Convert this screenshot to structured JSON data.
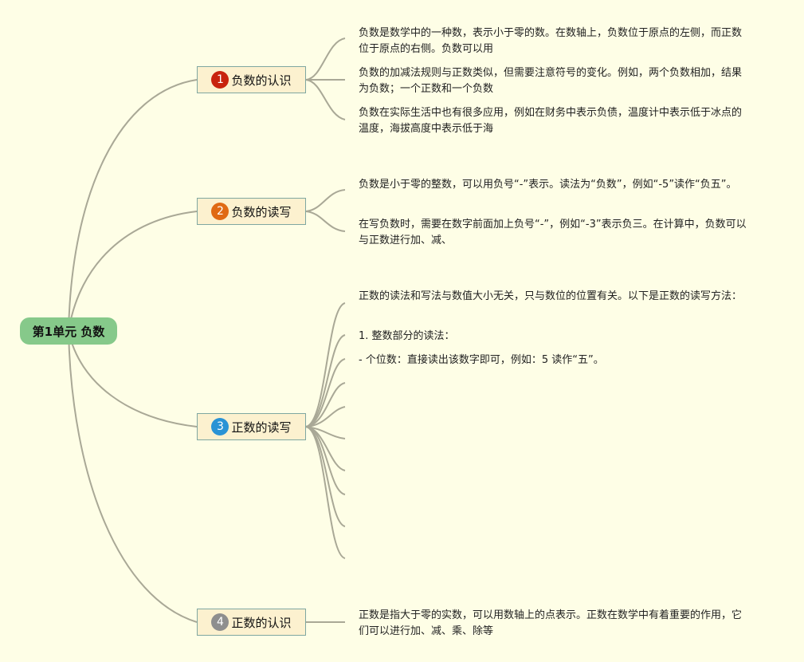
{
  "root": {
    "label": "第1单元 负数"
  },
  "branches": [
    {
      "number": "1",
      "label": "负数的认识",
      "color": "#c8230e",
      "leaves": [
        "负数是数学中的一种数，表示小于零的数。在数轴上，负数位于原点的左侧，而正数位于原点的右侧。负数可以用",
        "负数的加减法规则与正数类似，但需要注意符号的变化。例如，两个负数相加，结果为负数；一个正数和一个负数",
        "负数在实际生活中也有很多应用，例如在财务中表示负债，温度计中表示低于冰点的温度，海拔高度中表示低于海"
      ]
    },
    {
      "number": "2",
      "label": "负数的读写",
      "color": "#e06a14",
      "leaves": [
        "负数是小于零的整数，可以用负号“-”表示。读法为“负数”，例如“-5”读作“负五”。",
        "在写负数时，需要在数字前面加上负号“-”，例如“-3”表示负三。在计算中，负数可以与正数进行加、减、"
      ]
    },
    {
      "number": "3",
      "label": "正数的读写",
      "color": "#2a93d5",
      "leaves": [
        "正数的读法和写法与数值大小无关，只与数位的位置有关。以下是正数的读写方法：",
        "1. 整数部分的读法：",
        "- 个位数：直接读出该数字即可，例如：5 读作“五”。"
      ]
    },
    {
      "number": "4",
      "label": "正数的认识",
      "color": "#8e8e8e",
      "leaves": [
        "正数是指大于零的实数，可以用数轴上的点表示。正数在数学中有着重要的作用，它们可以进行加、减、乘、除等"
      ]
    }
  ]
}
